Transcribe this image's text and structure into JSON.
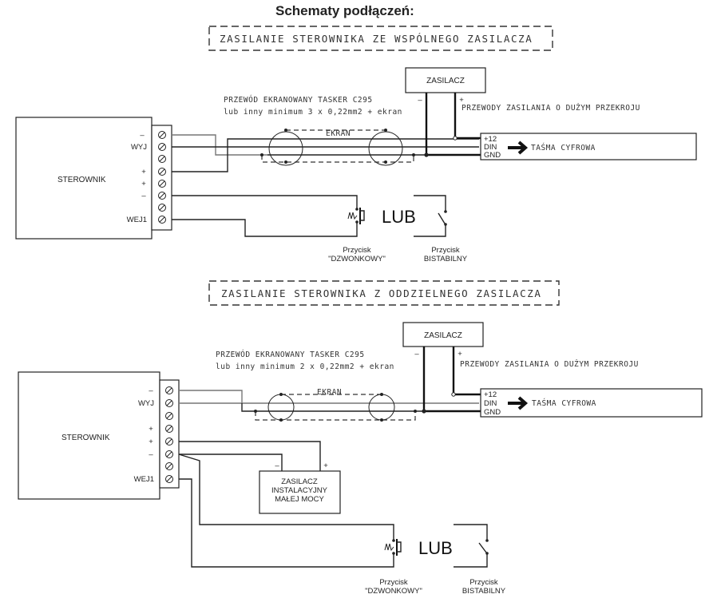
{
  "title": "Schematy podłączeń:",
  "sections": [
    {
      "heading": "ZASILANIE STEROWNIKA ZE WSPÓLNEGO ZASILACZA",
      "controller": {
        "name": "STEROWNIK",
        "terminal_labels": [
          "–",
          "WYJ",
          "",
          "+",
          "+",
          "–",
          "",
          "WEJ1"
        ]
      },
      "cable_note_line1": "PRZEWÓD EKRANOWANY TASKER C295",
      "cable_note_line2": "lub inny minimum 3 x 0,22mm2 + ekran",
      "shield_label": "EKRAN",
      "psu": {
        "name": "ZASILACZ",
        "minus": "–",
        "plus": "+"
      },
      "power_note": "PRZEWODY ZASILANIA O DUŻYM PRZEKROJU",
      "strip": {
        "pins": [
          "+12",
          "DIN",
          "GND"
        ],
        "label": "TAŚMA CYFROWA"
      },
      "or_label": "LUB",
      "button1": {
        "line1": "Przycisk",
        "line2": "\"DZWONKOWY\""
      },
      "button2": {
        "line1": "Przycisk",
        "line2": "BISTABILNY"
      }
    },
    {
      "heading": "ZASILANIE STEROWNIKA Z ODDZIELNEGO ZASILACZA",
      "controller": {
        "name": "STEROWNIK",
        "terminal_labels": [
          "–",
          "WYJ",
          "",
          "+",
          "+",
          "–",
          "",
          "WEJ1"
        ]
      },
      "cable_note_line1": "PRZEWÓD EKRANOWANY TASKER C295",
      "cable_note_line2": "lub inny minimum 2 x 0,22mm2 + ekran",
      "shield_label": "EKRAN",
      "psu": {
        "name": "ZASILACZ",
        "minus": "–",
        "plus": "+"
      },
      "power_note": "PRZEWODY ZASILANIA O DUŻYM PRZEKROJU",
      "strip": {
        "pins": [
          "+12",
          "DIN",
          "GND"
        ],
        "label": "TAŚMA CYFROWA"
      },
      "small_psu": {
        "line1": "ZASILACZ",
        "line2": "INSTALACYJNY",
        "line3": "MAŁEJ MOCY",
        "minus": "–",
        "plus": "+"
      },
      "or_label": "LUB",
      "button1": {
        "line1": "Przycisk",
        "line2": "\"DZWONKOWY\""
      },
      "button2": {
        "line1": "Przycisk",
        "line2": "BISTABILNY"
      }
    }
  ]
}
